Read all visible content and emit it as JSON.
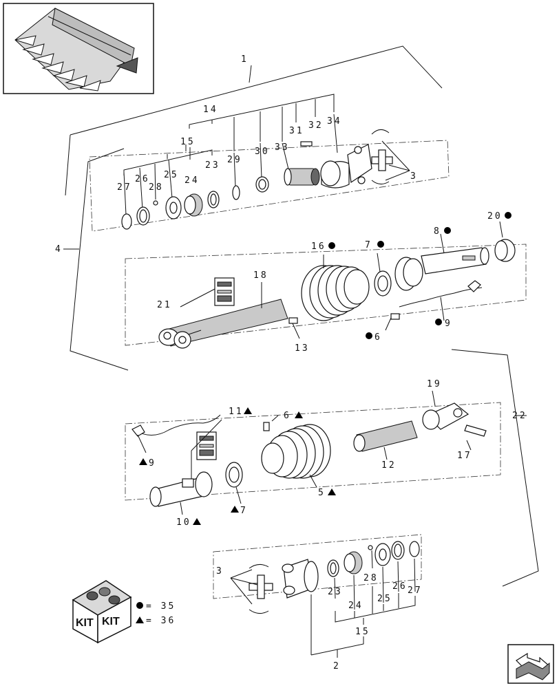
{
  "labels": {
    "l1": "1",
    "l2": "2",
    "l3a": "3",
    "l3b": "3",
    "l4": "4",
    "l5": "5",
    "l6a": "6",
    "l6b": "6",
    "l7a": "7",
    "l7b": "7",
    "l8": "8",
    "l9a": "9",
    "l9b": "9",
    "l10": "10",
    "l11": "11",
    "l12": "12",
    "l13": "13",
    "l14": "14",
    "l15a": "15",
    "l15b": "15",
    "l16": "16",
    "l17": "17",
    "l18": "18",
    "l19": "19",
    "l20": "20",
    "l21": "21",
    "l22": "22",
    "l23a": "23",
    "l23b": "23",
    "l24a": "24",
    "l24b": "24",
    "l25a": "25",
    "l25b": "25",
    "l26a": "26",
    "l26b": "26",
    "l27a": "27",
    "l27b": "27",
    "l28a": "28",
    "l28b": "28",
    "l29": "29",
    "l30": "30",
    "l31": "31",
    "l32": "32",
    "l33": "33",
    "l34": "34"
  },
  "kit": {
    "box_text_1": "KIT",
    "box_text_2": "KIT",
    "legend_circle": "= 35",
    "legend_triangle": "= 36"
  },
  "icons": {
    "circle_marker": "filled-circle-icon",
    "triangle_marker": "filled-triangle-icon",
    "nav": "next-page-arrow-icon"
  }
}
